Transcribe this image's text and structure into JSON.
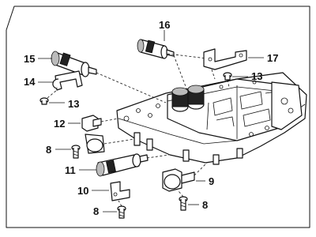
{
  "callouts": {
    "c16": "16",
    "c15": "15",
    "c17": "17",
    "c14": "14",
    "c13a": "13",
    "c13b": "13",
    "c12": "12",
    "c8a": "8",
    "c11": "11",
    "c10": "10",
    "c9": "9",
    "c8b": "8",
    "c8c": "8"
  }
}
